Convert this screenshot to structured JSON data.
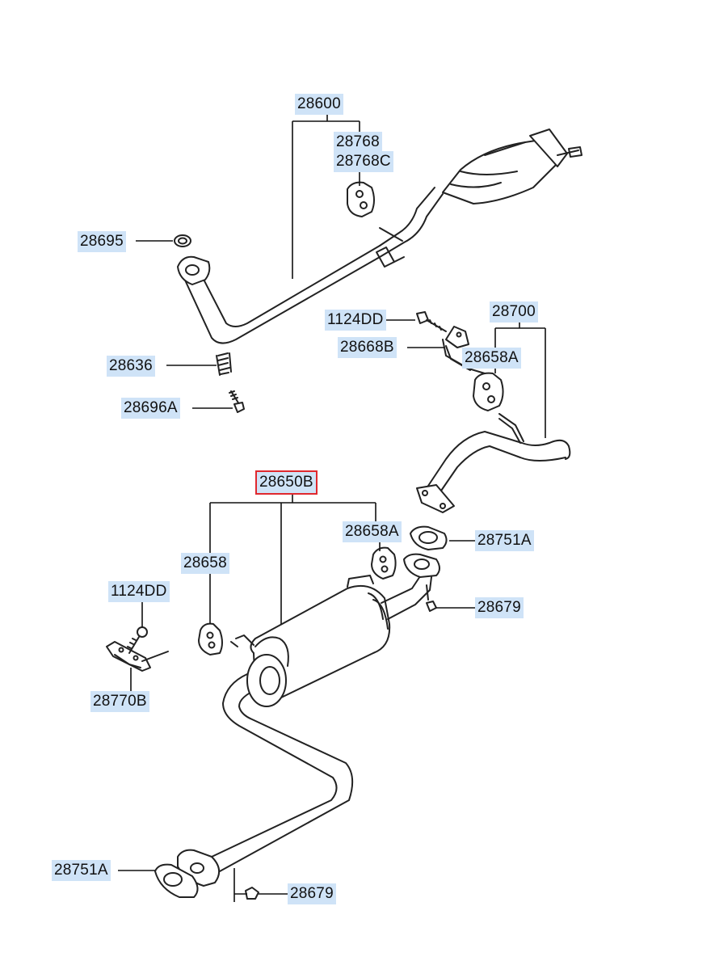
{
  "labels": {
    "l28600": "28600",
    "l28768": "28768",
    "l28768C": "28768C",
    "l28695": "28695",
    "l28636": "28636",
    "l28696A": "28696A",
    "l1124DD_top": "1124DD",
    "l28668B": "28668B",
    "l28700": "28700",
    "l28658A_top": "28658A",
    "l28650B": "28650B",
    "l28658": "28658",
    "l28658A_mid": "28658A",
    "l28751A_right": "28751A",
    "l1124DD_left": "1124DD",
    "l28679_right": "28679",
    "l28770B": "28770B",
    "l28751A_bottom": "28751A",
    "l28679_bottom": "28679"
  },
  "colors": {
    "label_bg": "#cfe3f7",
    "highlight_border": "#e0282e",
    "line": "#222222"
  }
}
